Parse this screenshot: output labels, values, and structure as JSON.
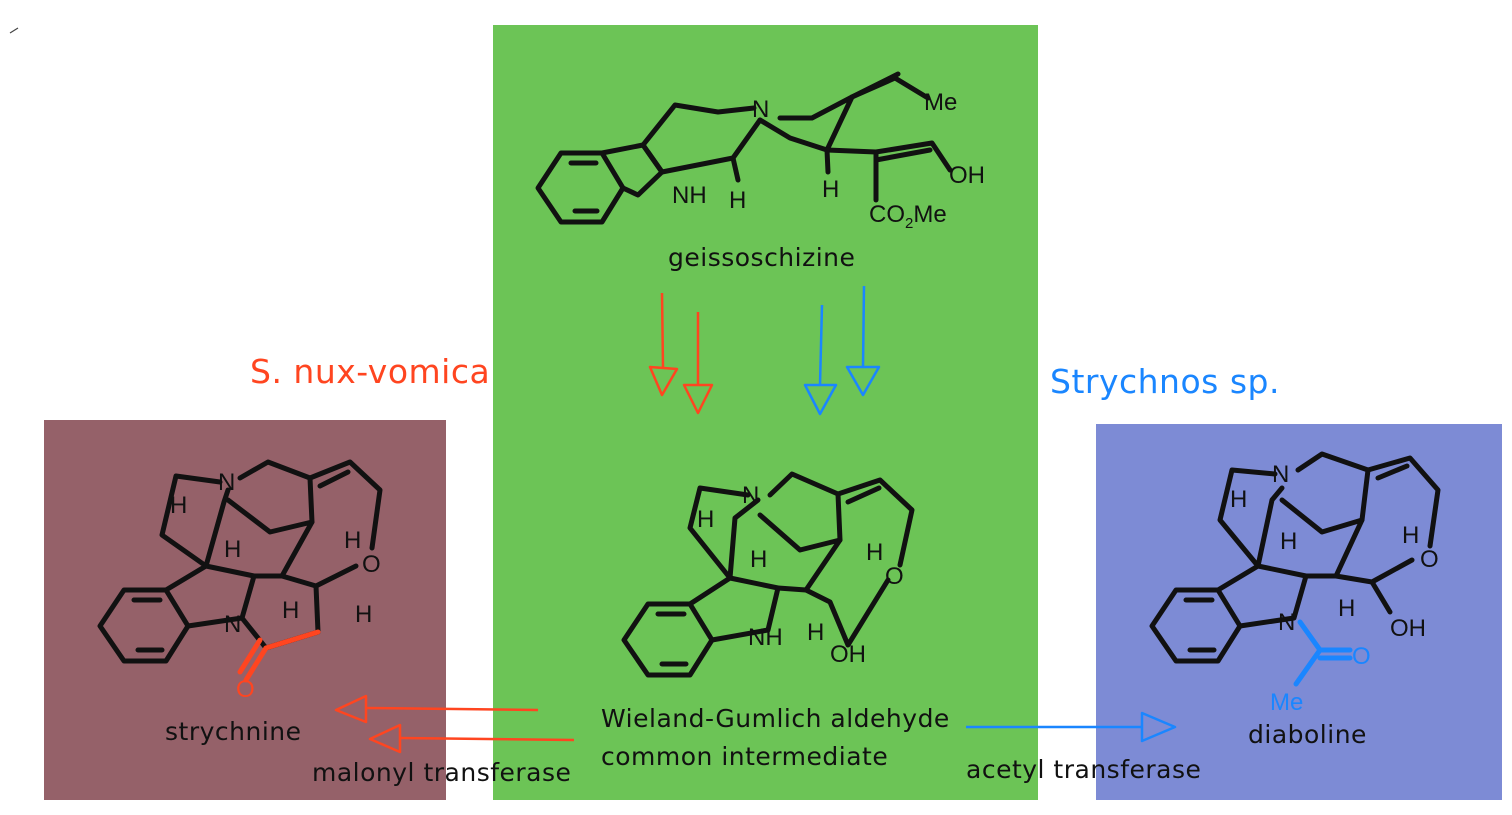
{
  "colors": {
    "center_panel": "#6cc456",
    "left_panel": "#956169",
    "right_panel": "#7d8bd5",
    "red": "#ff4520",
    "blue": "#1a86ff",
    "bond": "#111111"
  },
  "labels": {
    "species_left": "S. nux-vomica",
    "species_right": "Strychnos sp.",
    "geissoschizine": "geissoschizine",
    "intermediate_line1": "Wieland-Gumlich aldehyde",
    "intermediate_line2": "common intermediate",
    "strychnine": "strychnine",
    "diaboline": "diaboline",
    "malonyl": "malonyl transferase",
    "acetyl": "acetyl transferase"
  },
  "atoms": {
    "N": "N",
    "NH": "NH",
    "H": "H",
    "O": "O",
    "OH": "OH",
    "Me": "Me",
    "CO2Me_a": "CO",
    "CO2Me_sub": "2",
    "CO2Me_b": "Me"
  },
  "icons": {
    "arrow_down_red": "hollow-triangle-arrow-down",
    "arrow_down_blue": "hollow-triangle-arrow-down",
    "arrow_left_red": "hollow-triangle-arrow-left",
    "arrow_right_blue": "hollow-triangle-arrow-right"
  }
}
